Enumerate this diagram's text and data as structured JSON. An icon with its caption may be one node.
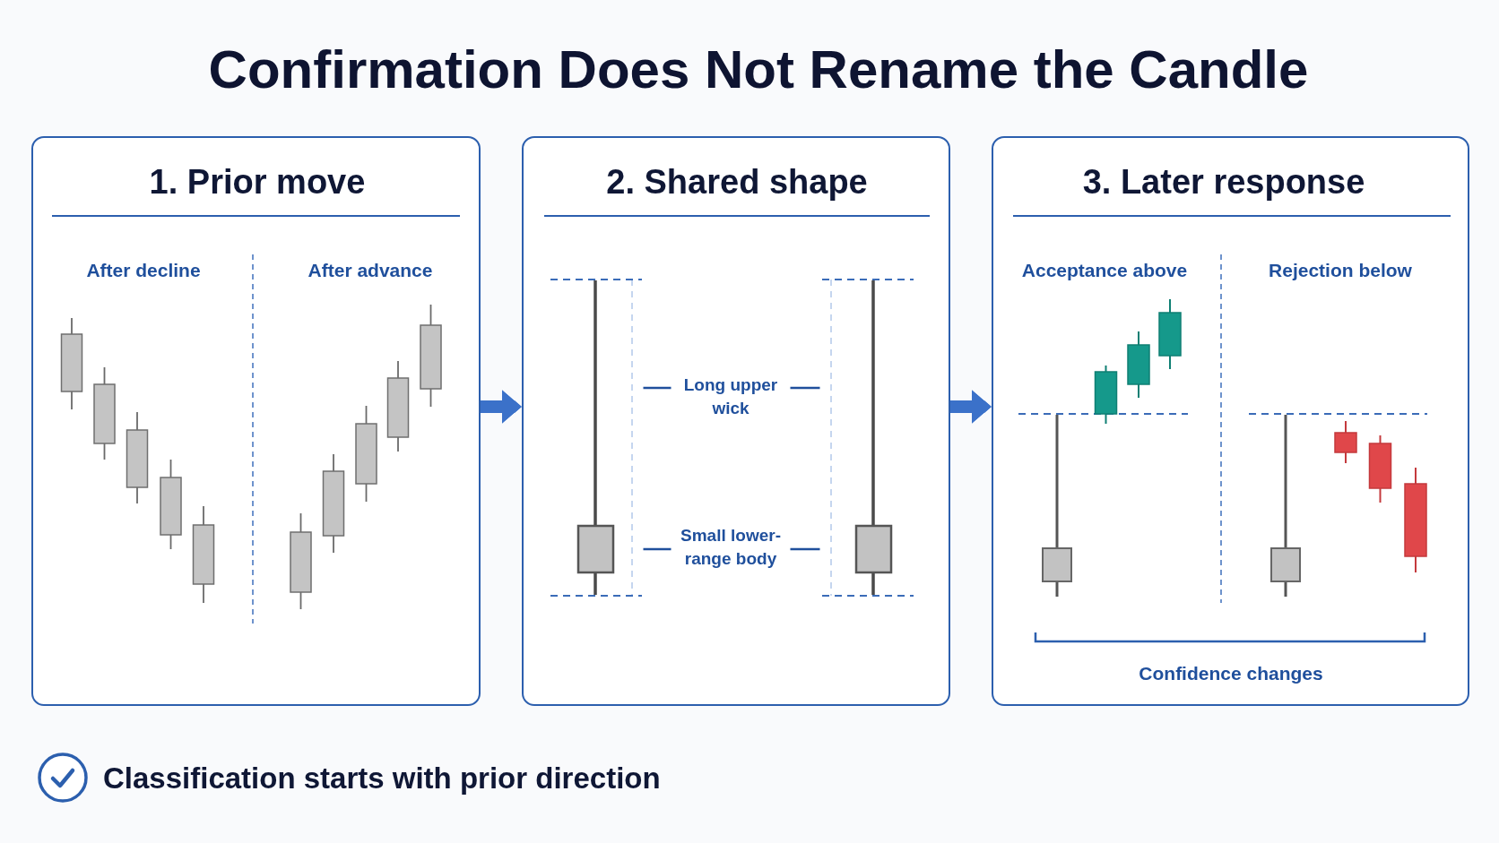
{
  "diagram": {
    "title": "Confirmation Does Not Rename the Candle",
    "nodes": [
      {
        "text": [
          "1. Prior move",
          "After decline",
          "After advance"
        ]
      },
      {
        "text": [
          "2. Shared shape"
        ]
      },
      {
        "text": [],
        "shape": "picture",
        "in": 1
      },
      {
        "text": [
          "Long upper wick"
        ],
        "in": 1
      },
      {
        "text": [
          "Small lower-range body"
        ],
        "in": 1
      },
      {
        "text": [],
        "shape": "picture",
        "in": 1
      },
      {
        "text": [
          "3. Later response",
          "Acceptance above",
          "Rejection below",
          "Confidence changes"
        ]
      }
    ],
    "edges": [
      {
        "from": 0,
        "to": 1,
        "arrow": "to",
        "style": "thick",
        "color": "#3b71c9"
      },
      {
        "from": 1,
        "to": 6,
        "arrow": "to",
        "style": "thick",
        "color": "#3b71c9"
      },
      {
        "from": 3,
        "to": 2,
        "arrow": "none"
      },
      {
        "from": 3,
        "to": 5,
        "arrow": "none"
      },
      {
        "from": 4,
        "to": 2,
        "arrow": "none"
      },
      {
        "from": 4,
        "to": 5,
        "arrow": "none"
      }
    ],
    "labels": [
      "Classification starts with prior direction"
    ]
  }
}
